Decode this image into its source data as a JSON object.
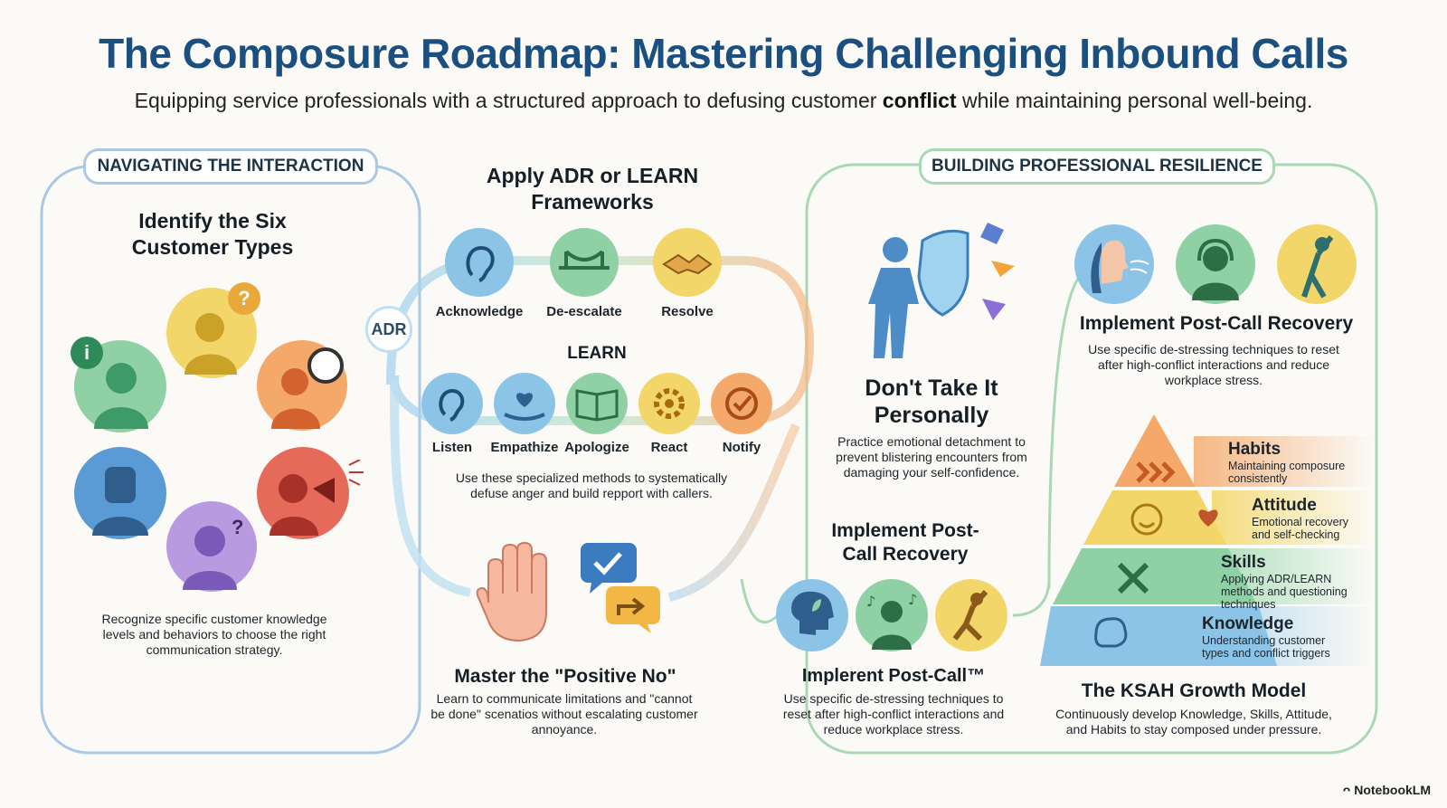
{
  "header": {
    "title": "The Composure Roadmap: Mastering Challenging Inbound Calls",
    "subtitle_pre": "Equipping service professionals with a structured approach to defusing customer ",
    "subtitle_bold": "conflict",
    "subtitle_post": " while maintaining personal well-being."
  },
  "left_panel": {
    "label": "NAVIGATING THE INTERACTION",
    "heading": "Identify the Six Customer Types",
    "description": "Recognize specific customer knowledge levels and behaviors to choose the right communication strategy."
  },
  "frameworks": {
    "heading": "Apply ADR or LEARN Frameworks",
    "adr_label": "ADR",
    "adr_steps": [
      "Acknowledge",
      "De-escalate",
      "Resolve"
    ],
    "learn_label": "LEARN",
    "learn_steps": [
      "Listen",
      "Empathize",
      "Apologize",
      "React",
      "Notify"
    ],
    "description": "Use these specialized methods to systematically defuse anger and build repport with callers."
  },
  "positive_no": {
    "heading": "Master the \"Positive No\"",
    "description": "Learn to communicate limitations and \"cannot be done\" scenatios without escalating customer annoyance."
  },
  "right_panel": {
    "label": "BUILDING PROFESSIONAL RESILIENCE",
    "dont_take": {
      "heading": "Don't Take It Personally",
      "description": "Practice emotional detachment to prevent blistering encounters from damaging your self-confidence."
    },
    "recovery_top": {
      "heading": "Implement Post-Call Recovery",
      "description": "Use specific de-stressing techniques to reset after high-conflict interactions and reduce workplace stress."
    },
    "recovery_mid": {
      "heading": "Implement Post-Call Recovery"
    },
    "recovery_bottom": {
      "heading": "Implerent Post-Call™",
      "description": "Use specific de-stressing techniques to reset after high-conflict interactions and reduce workplace stress."
    },
    "ksah": {
      "heading": "The KSAH Growth Model",
      "description": "Continuously develop Knowledge, Skills, Attitude, and Habits to stay composed under pressure.",
      "tiers": [
        {
          "title": "Habits",
          "desc": "Maintaining composure consistently"
        },
        {
          "title": "Attitude",
          "desc": "Emotional recovery and self-checking"
        },
        {
          "title": "Skills",
          "desc": "Applying ADR/LEARN methods and questioning techniques"
        },
        {
          "title": "Knowledge",
          "desc": "Understanding customer types and conflict triggers"
        }
      ]
    }
  },
  "brand": "NotebookLM",
  "colors": {
    "title": "#1b4f80",
    "left_border": "#a9c8e6",
    "right_border": "#a8d9b4",
    "blue": "#8cc4e8",
    "green": "#8fd1a4",
    "yellow": "#f3d66a",
    "orange": "#f4a96a",
    "red": "#e56a5a",
    "purple": "#b79ae0"
  }
}
